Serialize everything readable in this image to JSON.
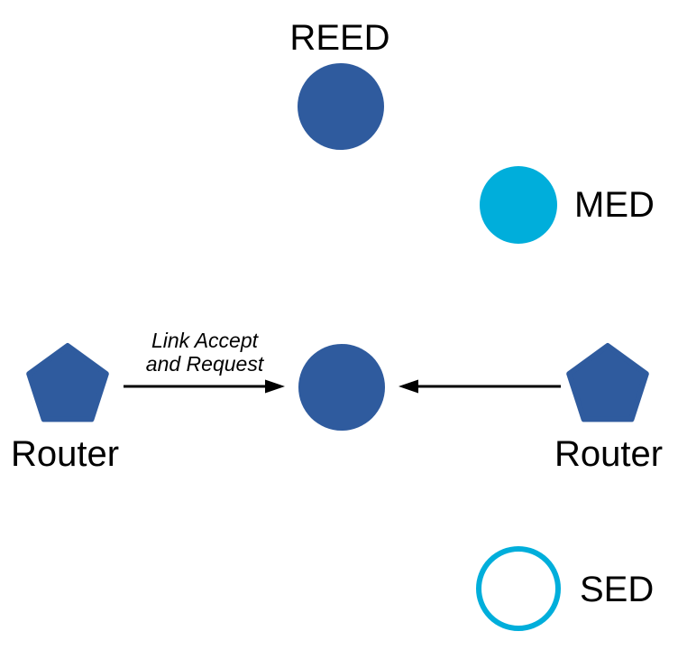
{
  "diagram": {
    "type": "network-topology",
    "nodes": {
      "reed": {
        "label": "REED",
        "shape": "circle-filled",
        "color_key": "node_blue"
      },
      "med": {
        "label": "MED",
        "shape": "circle-filled",
        "color_key": "node_cyan"
      },
      "center": {
        "label": "",
        "shape": "circle-filled",
        "color_key": "node_blue"
      },
      "router_left": {
        "label": "Router",
        "shape": "pentagon",
        "color_key": "node_blue"
      },
      "router_right": {
        "label": "Router",
        "shape": "pentagon",
        "color_key": "node_blue"
      },
      "sed": {
        "label": "SED",
        "shape": "circle-outline",
        "color_key": "node_cyan"
      }
    },
    "edges": {
      "left": {
        "from": "router_left",
        "to": "center",
        "label_lines": [
          "Link Accept",
          "and Request"
        ]
      },
      "right": {
        "from": "router_right",
        "to": "center",
        "label_lines": []
      }
    },
    "colors": {
      "node_blue": "#2F5B9E",
      "node_cyan": "#00AEDB",
      "line_color": "#000000",
      "text_color": "#000000"
    }
  }
}
